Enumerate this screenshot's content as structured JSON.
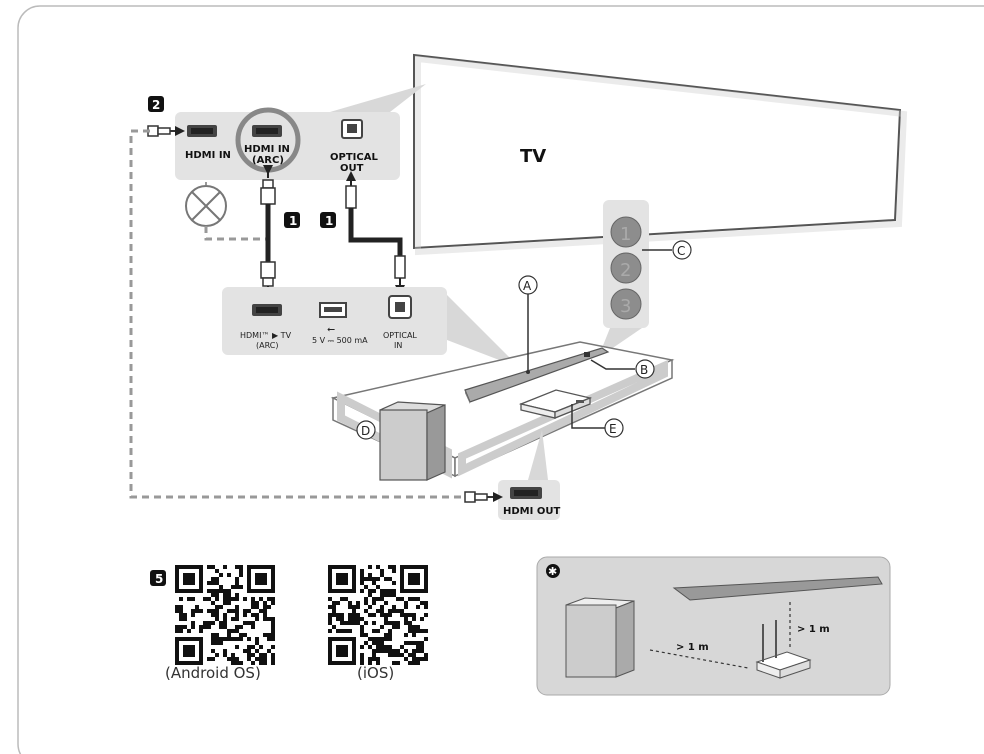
{
  "tv": {
    "label": "TV"
  },
  "steps": {
    "step_2": "2",
    "step_1a": "1",
    "step_1b": "1",
    "step_5": "5"
  },
  "tv_ports": {
    "hdmi_in": "HDMI IN",
    "hdmi_in_arc_line1": "HDMI IN",
    "hdmi_in_arc_line2": "(ARC)",
    "optical_out_line1": "OPTICAL",
    "optical_out_line2": "OUT"
  },
  "soundbar_ports": {
    "hdmi_tv_line1": "HDMI™ ▶ TV",
    "hdmi_tv_line2": "(ARC)",
    "usb_line1": "5 V ⎓ 500 mA",
    "optical_in_line1": "OPTICAL",
    "optical_in_line2": "IN"
  },
  "callouts": {
    "a": "A",
    "b": "B",
    "c": "C",
    "d": "D",
    "e": "E"
  },
  "buttons": {
    "b1": "1",
    "b2": "2",
    "b3": "3"
  },
  "hdmi_out": {
    "label": "HDMI OUT"
  },
  "qr": {
    "android": "(Android OS)",
    "ios": "(iOS)"
  },
  "placement": {
    "distance_1": "> 1 m",
    "distance_2": "> 1 m"
  },
  "colors": {
    "panel": "#e3e3e3",
    "dark": "#333333",
    "mid": "#9a9a9a",
    "placement_bg": "#d7d7d7"
  }
}
